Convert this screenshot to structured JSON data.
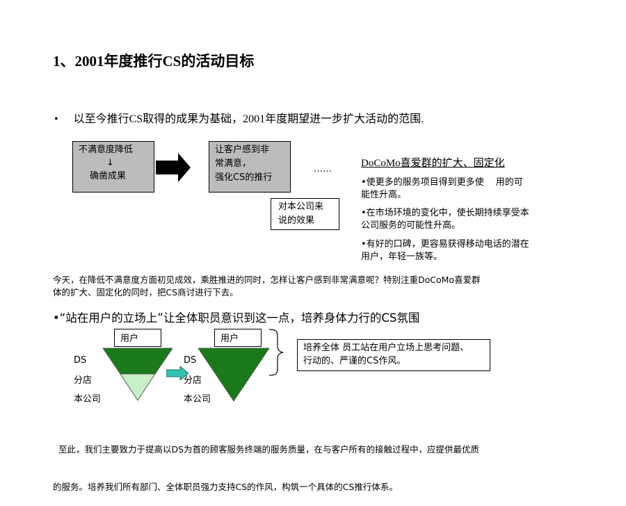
{
  "title": "1、2001年度推行CS的活动目标",
  "intro": {
    "bullet": "•",
    "text": "以至今推行CS取得的成果为基础，2001年度期望进一步扩大活动的范围."
  },
  "flow": {
    "box1_line1": "不满意度降低",
    "box1_arrow": "↓",
    "box1_line2": "确凿成果",
    "box2_line1": "让客户感到非",
    "box2_line2": "常满意，",
    "box2_line3": "强化CS的推行",
    "ellipsis": "……",
    "effect_box_line1": "对本公司来",
    "effect_box_line2": "说的效果"
  },
  "effects": {
    "title": "DoCoMo喜爱群的扩大、固定化",
    "items": [
      {
        "line1": "•使更多的服务项目得到更多使　  用的可",
        "line2": "能性升高。"
      },
      {
        "line1": "•在市场环境的变化中，使长期持续享受本",
        "line2": "公司服务的可能性升高。"
      },
      {
        "line1": "•有好的口碑，更容易获得移动电话的潜在",
        "line2": "用户，年轻一族等。"
      }
    ]
  },
  "paragraph1": {
    "line1": "今天，在降低不满意度方面初见成效，乘胜推进的同时，怎样让客户感到非常满意呢？特别注重DoCoMo喜爱群",
    "line2": "体的扩大、固定化的同时，把CS商讨进行下去。"
  },
  "bullet2": "•“站在用户的立场上”让全体职员意识到这一点，培养身体力行的CS氛围",
  "diagram": {
    "user_label": "用户",
    "label_ds": "DS",
    "label_branch": "分店",
    "label_hq": "本公司",
    "callout_line1": "培养全体 员工站在用户立场上思考问题、",
    "callout_line2": "行动的、严谨的CS作风。"
  },
  "paragraph2": {
    "line1": "  至此，我们主要致力于提高以DS为首的顾客服务终端的服务质量，在与客户所有的接触过程中，应提供最优质",
    "line2": "的服务。培养我们所有部门、全体职员强力支持CS的作风，构筑一个具体的CS推行体系。"
  },
  "colors": {
    "dark_green": "#1a7a1a",
    "light_green": "#c8f0c8",
    "teal_arrow": "#33c3b0",
    "box_gray": "#bcbcbc"
  }
}
